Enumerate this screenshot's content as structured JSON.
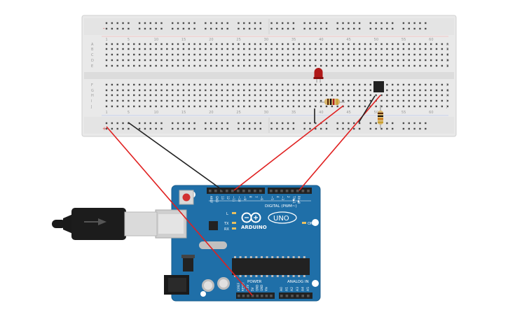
{
  "colors": {
    "breadboard": "#e8e8e8",
    "board_blue": "#1f6fa8",
    "wire_red": "#e02020",
    "wire_black": "#222222",
    "led_red": "#b01818",
    "rail_red": "#e04040",
    "rail_blue": "#4a7fc8"
  },
  "breadboard": {
    "row_letters_top": [
      "A",
      "B",
      "C",
      "D",
      "E"
    ],
    "row_letters_bottom": [
      "F",
      "G",
      "H",
      "I",
      "J"
    ],
    "column_numbers": [
      "1",
      "5",
      "10",
      "15",
      "20",
      "25",
      "30",
      "35",
      "40",
      "45",
      "50",
      "55",
      "60"
    ],
    "rail_plus": "+",
    "rail_minus": "-"
  },
  "arduino": {
    "brand": "ARDUINO",
    "model": "UNO",
    "digital_label": "DIGITAL (PWM~)",
    "power_label": "POWER",
    "analog_label": "ANALOG IN",
    "on_label": "ON",
    "l_label": "L",
    "tx_label": "TX",
    "rx_label": "RX",
    "top_pins": [
      "AREF",
      "GND",
      "13",
      "12",
      "~11",
      "~10",
      "~9",
      "8",
      "7",
      "~6",
      "~5",
      "4",
      "~3",
      "2",
      "TX▶1",
      "RX◀0"
    ],
    "power_pins": [
      "IOREF",
      "RESET",
      "3.3V",
      "5V",
      "GND",
      "GND",
      "Vin"
    ],
    "analog_pins": [
      "A0",
      "A1",
      "A2",
      "A3",
      "A4",
      "A5"
    ]
  },
  "icons": {
    "usb": "usb-cable-icon",
    "infinity": "arduino-logo-icon"
  }
}
